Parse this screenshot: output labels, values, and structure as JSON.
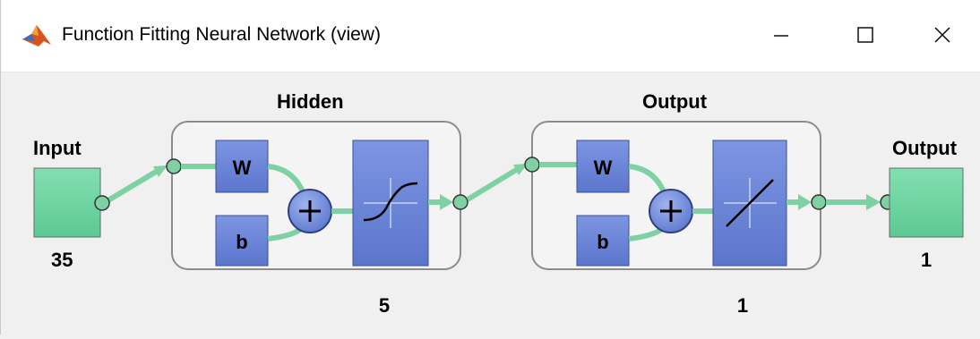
{
  "window": {
    "title": "Function Fitting Neural Network (view)",
    "app_icon": "matlab-logo-icon",
    "buttons": {
      "minimize_icon": "minimize-icon",
      "maximize_icon": "maximize-icon",
      "close_icon": "close-icon"
    }
  },
  "diagram": {
    "input": {
      "label": "Input",
      "size": "35"
    },
    "hidden_layer": {
      "label": "Hidden",
      "weight_label": "W",
      "bias_label": "b",
      "neurons": "5",
      "transfer_icon": "tansig-icon"
    },
    "output_layer": {
      "label": "Output",
      "weight_label": "W",
      "bias_label": "b",
      "neurons": "1",
      "transfer_icon": "purelin-icon"
    },
    "output": {
      "label": "Output",
      "size": "1"
    },
    "colors": {
      "input_output_box": "#6fd6a2",
      "block_blue": "#6b86d8",
      "connector_green": "#7fd1a4",
      "layer_frame": "#f2f2f2",
      "layer_border": "#8c8c8c"
    }
  }
}
